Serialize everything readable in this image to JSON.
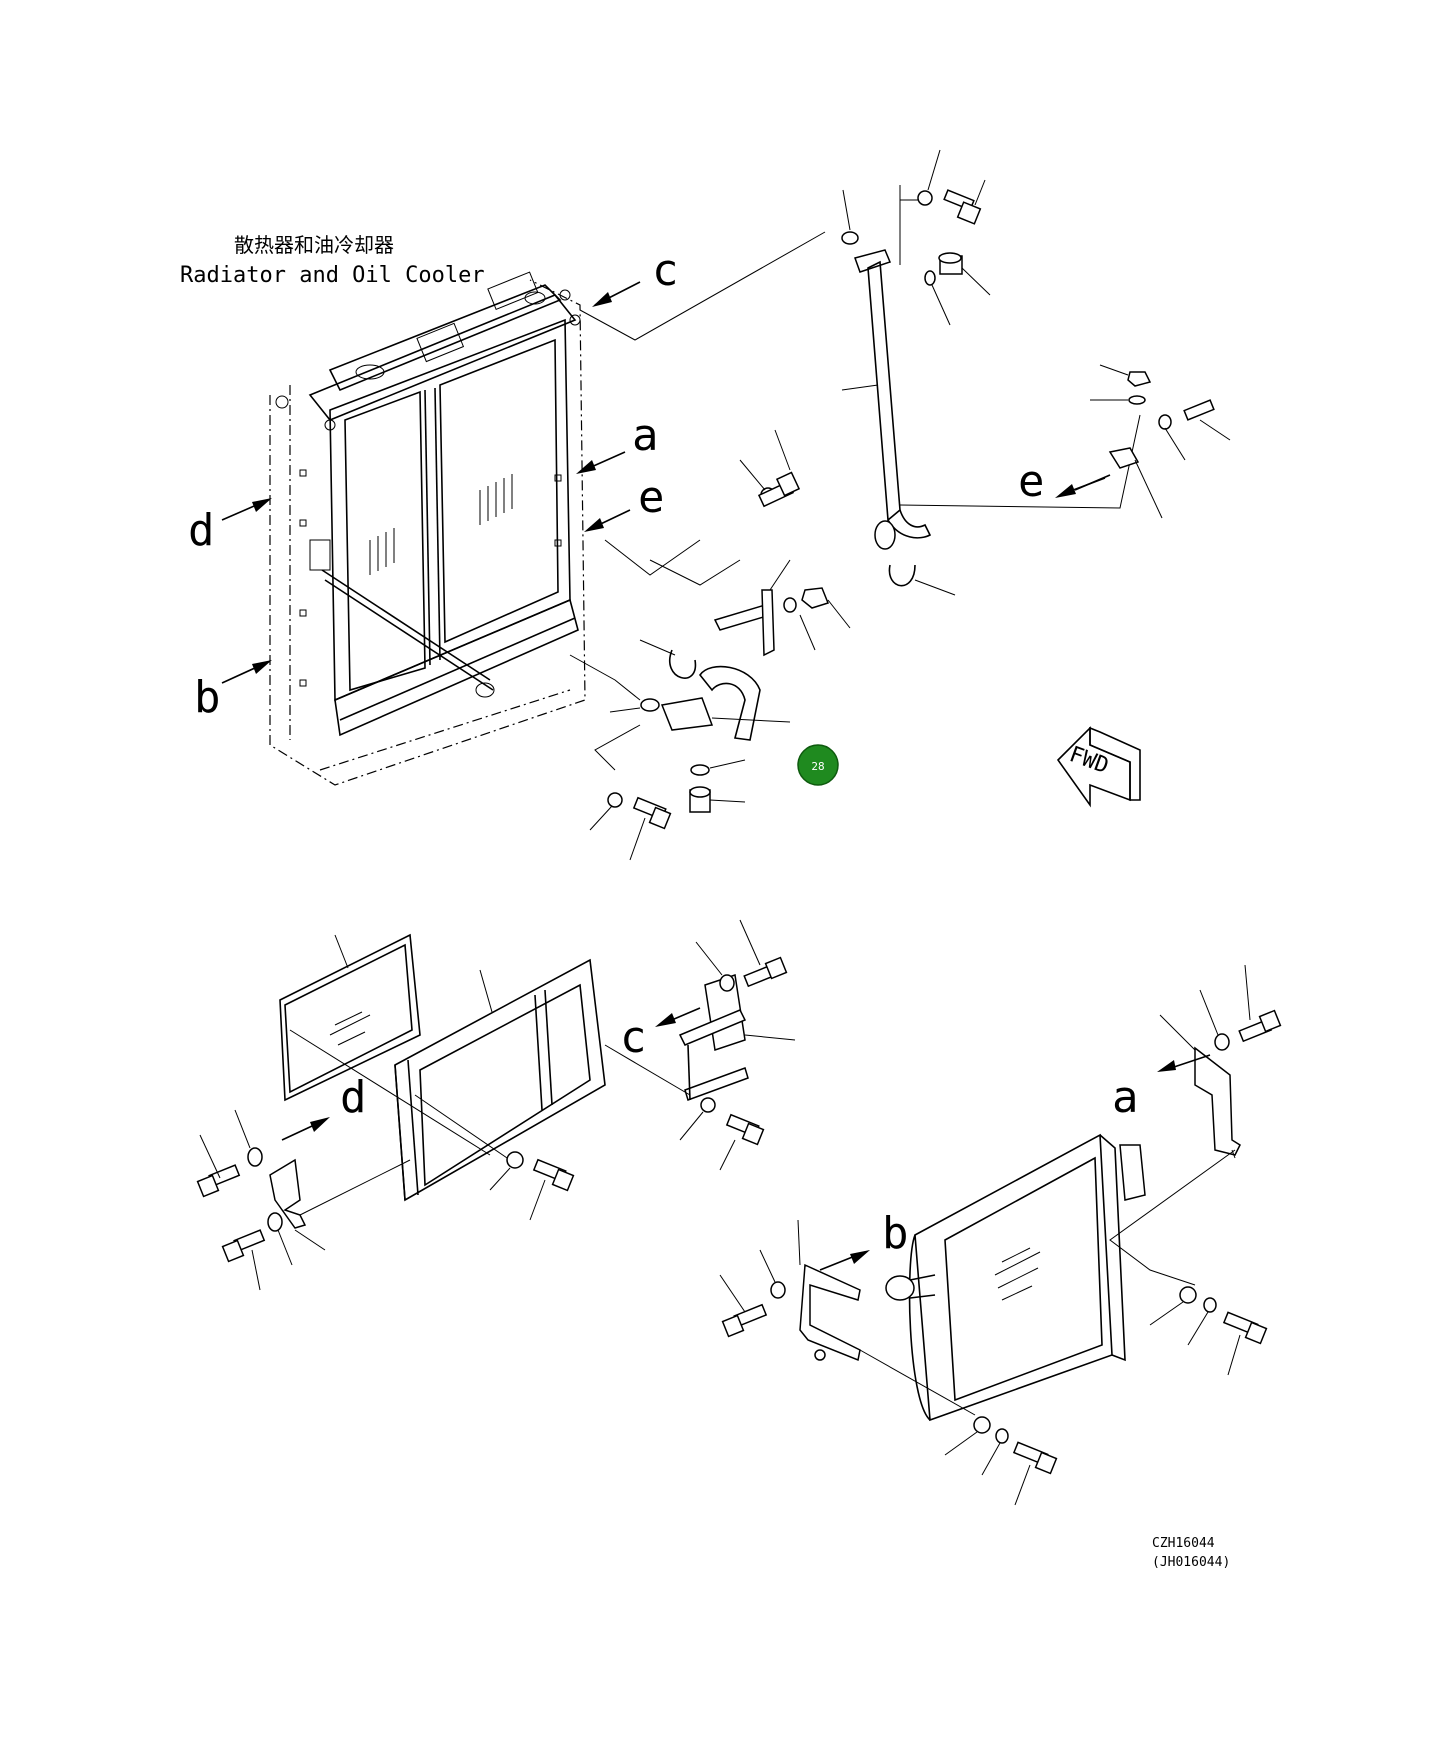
{
  "title": {
    "zh": "散热器和油冷却器",
    "en": "Radiator and Oil Cooler"
  },
  "labels": {
    "a": "a",
    "b": "b",
    "c": "c",
    "d": "d",
    "e": "e"
  },
  "fwd": "FWD",
  "marker": "28",
  "marker_color": "#1f8a1f",
  "codes": {
    "primary": "CZH16044",
    "secondary": "(JH016044)"
  }
}
